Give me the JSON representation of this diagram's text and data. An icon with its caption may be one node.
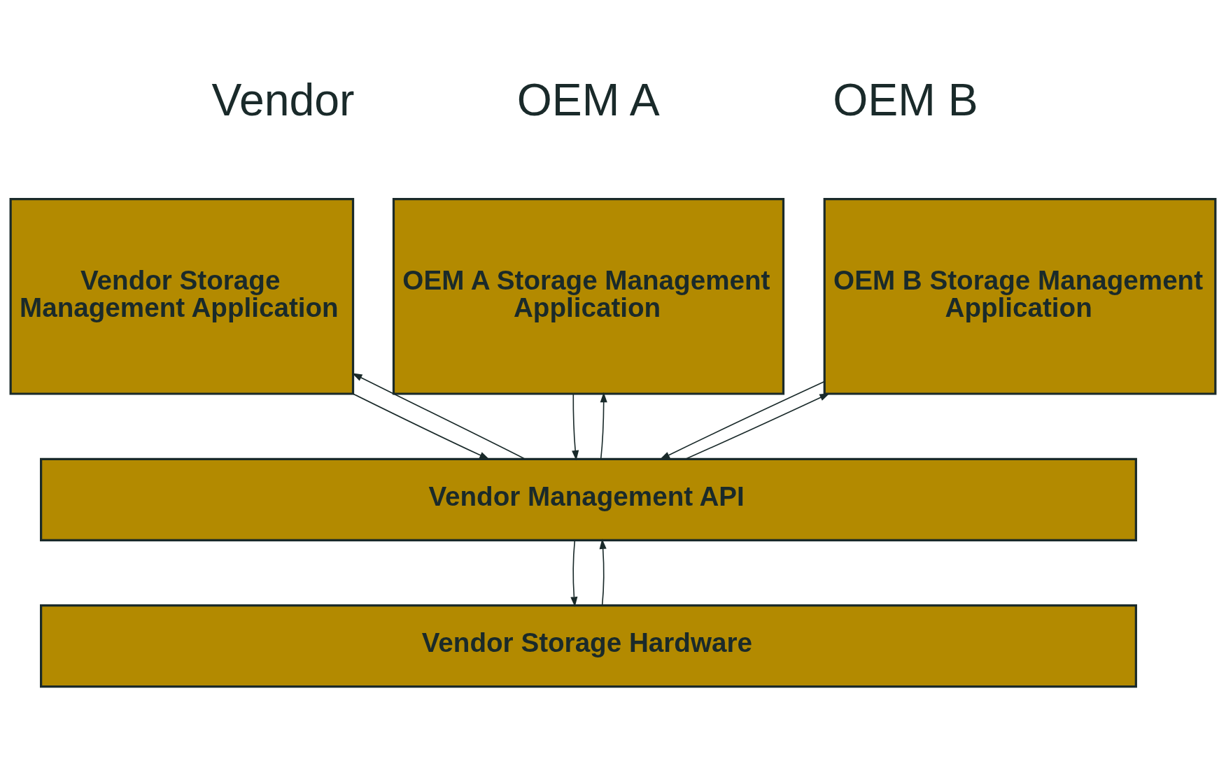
{
  "diagram": {
    "nodes": [
      {
        "text": [
          "Vendor Storage Management Application"
        ]
      },
      {
        "text": [
          "OEM A Storage Management Application"
        ]
      },
      {
        "text": [
          "OEM B Storage Management Application"
        ]
      },
      {
        "text": [
          "Vendor Management API"
        ]
      },
      {
        "text": [
          "Vendor Storage Hardware"
        ]
      }
    ],
    "edges": [
      {
        "from": 0,
        "to": 3,
        "arrow": "to"
      },
      {
        "from": 3,
        "to": 0,
        "arrow": "to"
      },
      {
        "from": 1,
        "to": 3,
        "arrow": "to"
      },
      {
        "from": 3,
        "to": 1,
        "arrow": "to"
      },
      {
        "from": 2,
        "to": 3,
        "arrow": "to"
      },
      {
        "from": 3,
        "to": 2,
        "arrow": "to"
      },
      {
        "from": 3,
        "to": 4,
        "arrow": "to"
      },
      {
        "from": 4,
        "to": 3,
        "arrow": "to"
      }
    ],
    "labels": [
      "Vendor",
      "OEM A",
      "OEM B"
    ]
  }
}
